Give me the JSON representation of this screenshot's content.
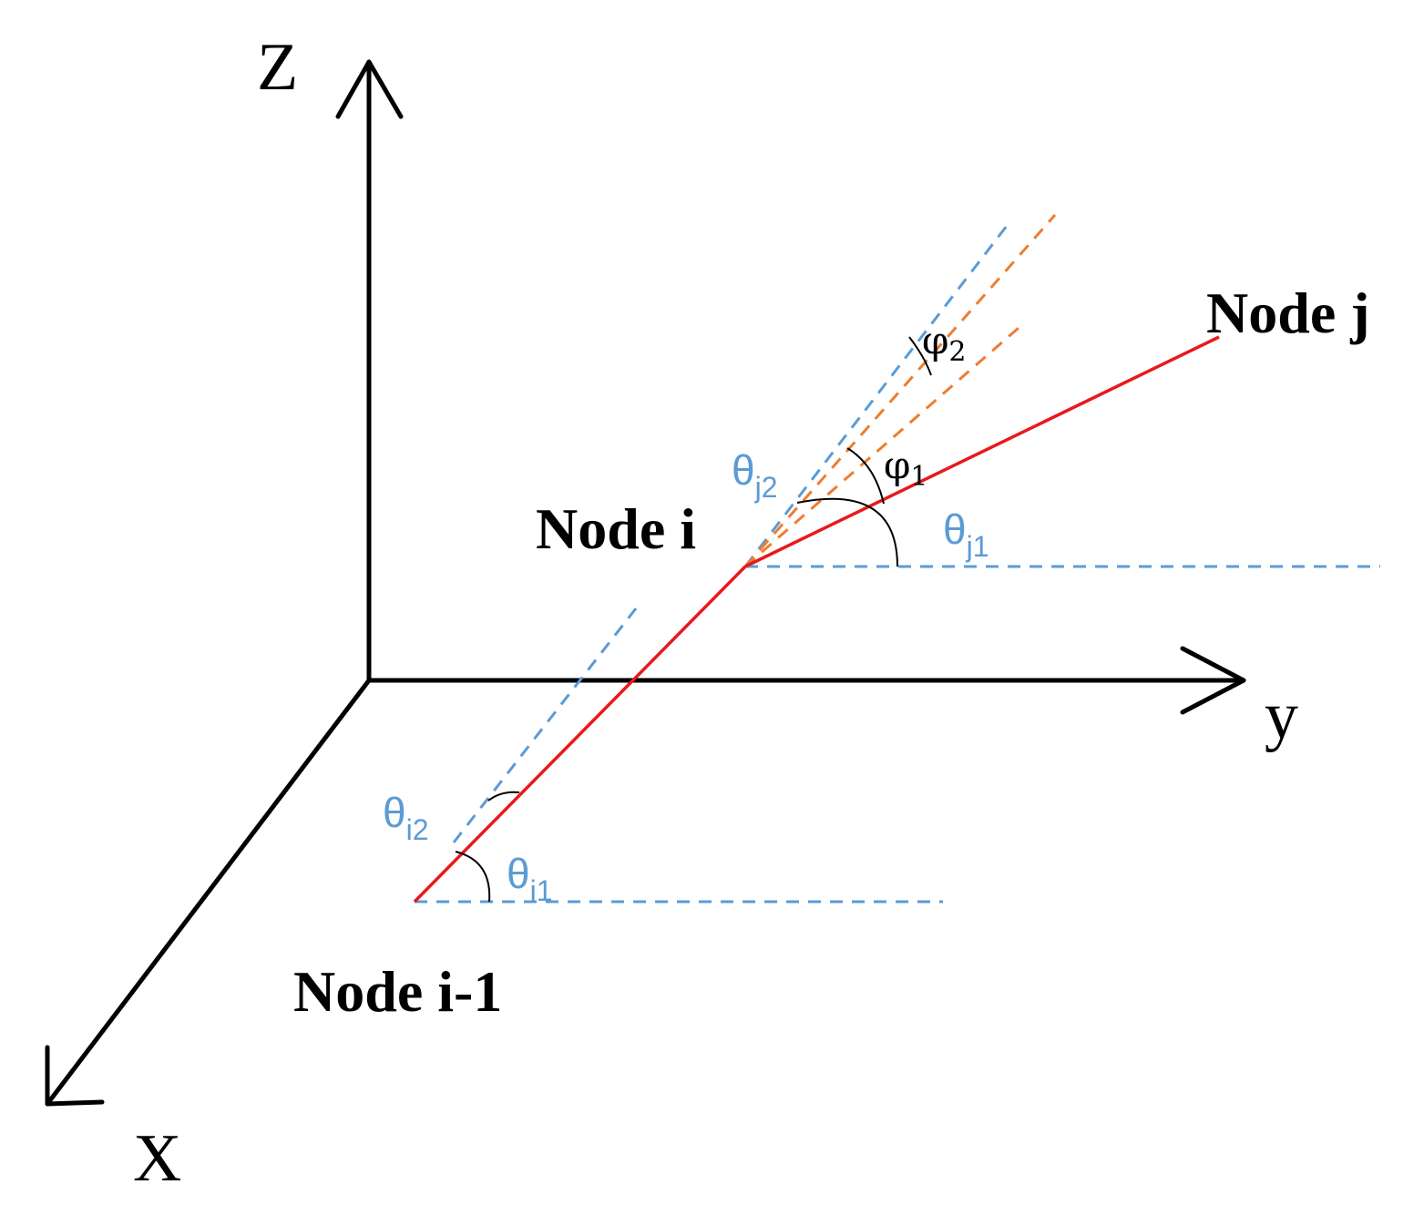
{
  "axes": {
    "z_label": "Z",
    "y_label": "y",
    "x_label": "X"
  },
  "nodes": {
    "node_prev": "Node i-1",
    "node_i": "Node i",
    "node_j": "Node j"
  },
  "angles": {
    "theta_i1": {
      "symbol": "θ",
      "subscript": "i1"
    },
    "theta_i2": {
      "symbol": "θ",
      "subscript": "i2"
    },
    "theta_j1": {
      "symbol": "θ",
      "subscript": "j1"
    },
    "theta_j2": {
      "symbol": "θ",
      "subscript": "j2"
    },
    "phi_1": {
      "symbol": "φ",
      "subscript": "1"
    },
    "phi_2": {
      "symbol": "φ",
      "subscript": "2"
    }
  },
  "colors": {
    "axis": "#000000",
    "segment": "#e8191b",
    "reference_dashed": "#5b9bd5",
    "projection_dashed": "#ed7d31",
    "angle_label": "#5b9bd5"
  }
}
